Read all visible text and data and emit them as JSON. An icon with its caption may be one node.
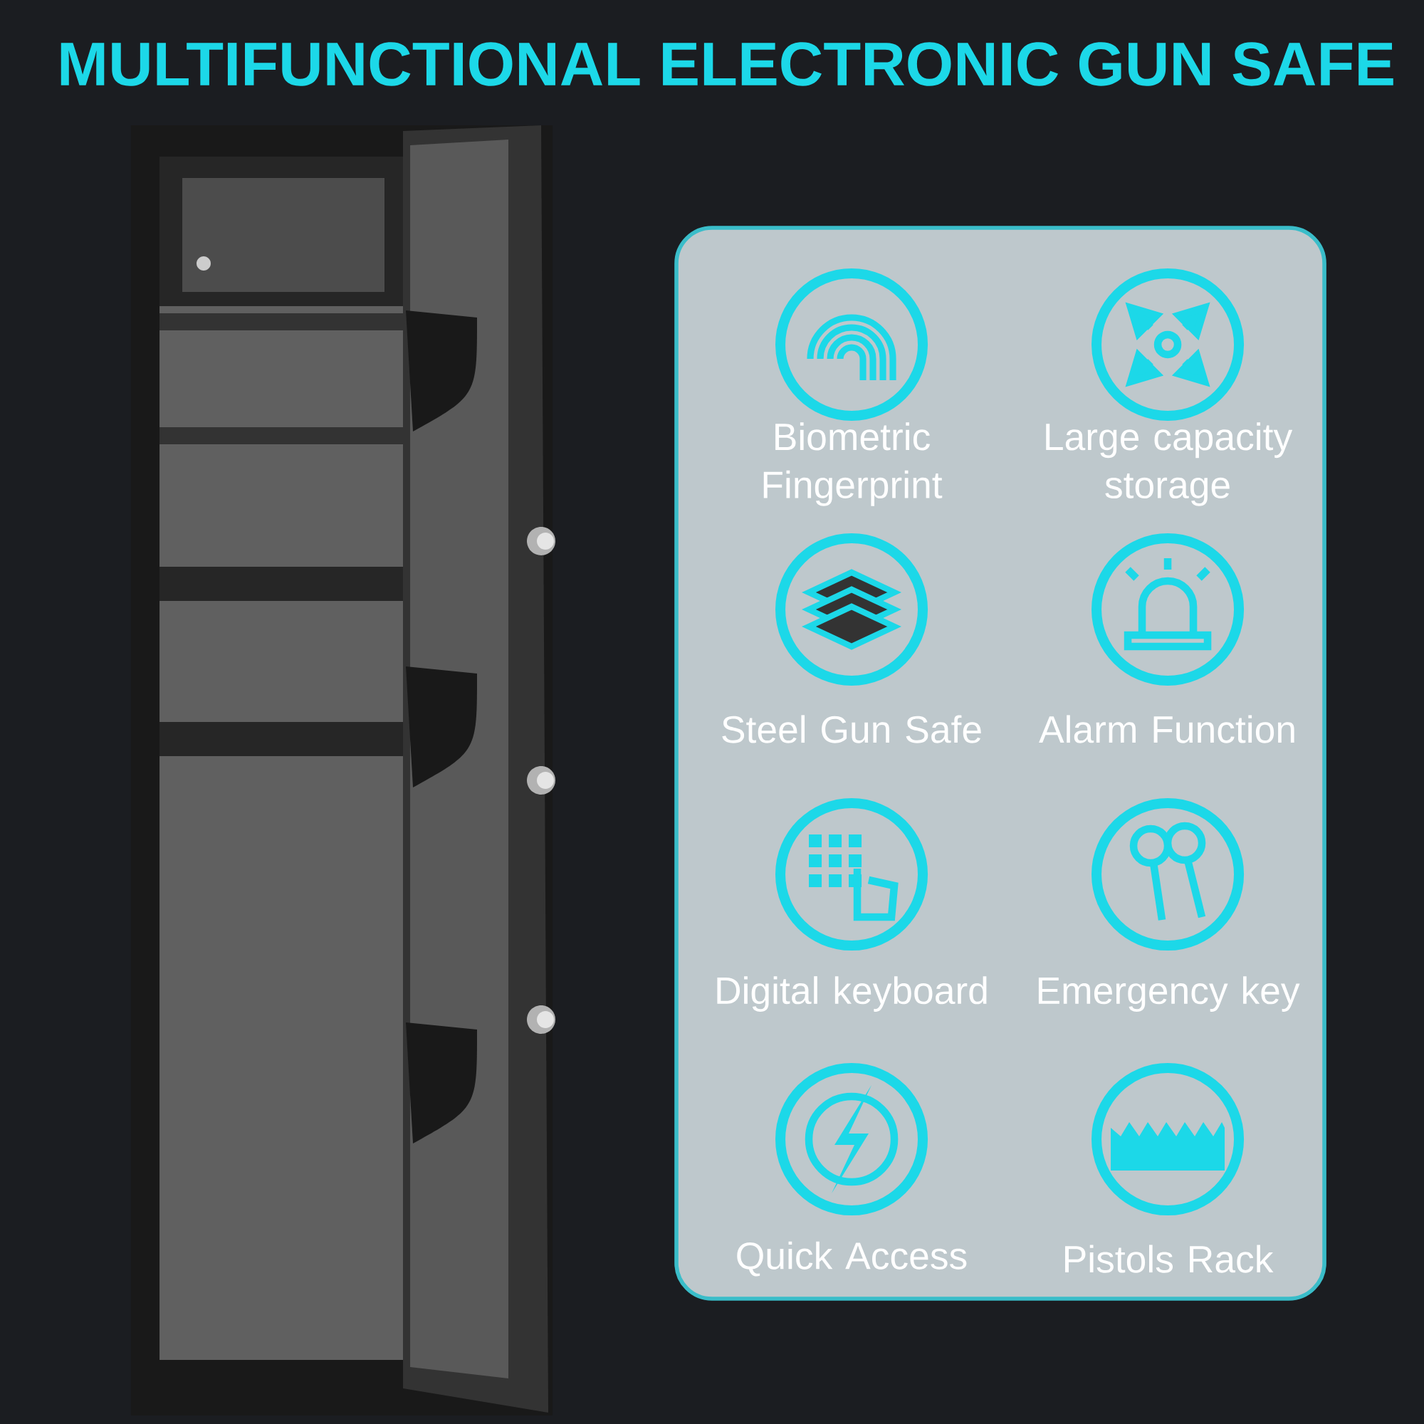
{
  "diagram": {
    "title": "MULTIFUNCTIONAL ELECTRONIC GUN SAFE",
    "labels": [
      "Biometric Fingerprint",
      "Large capacity storage",
      "Steel Gun Safe",
      "Alarm Function",
      "Digital keyboard",
      "Emergency key",
      "Quick Access",
      "Pistols Rack"
    ]
  }
}
